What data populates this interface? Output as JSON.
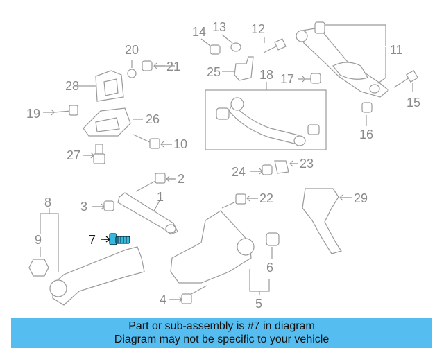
{
  "diagram": {
    "parts": [
      "1",
      "2",
      "3",
      "4",
      "5",
      "6",
      "7",
      "8",
      "9",
      "10",
      "11",
      "12",
      "13",
      "14",
      "15",
      "16",
      "17",
      "18",
      "19",
      "20",
      "21",
      "22",
      "23",
      "24",
      "25",
      "26",
      "27",
      "28",
      "29"
    ],
    "highlighted_part": "7",
    "colors": {
      "highlight": "#37b6e0",
      "line": "#9a9a9a",
      "banner": "#55bdf0"
    }
  },
  "banner": {
    "line1": "Part or sub-assembly is #7 in diagram",
    "line2": "Diagram may not be specific to your vehicle"
  }
}
